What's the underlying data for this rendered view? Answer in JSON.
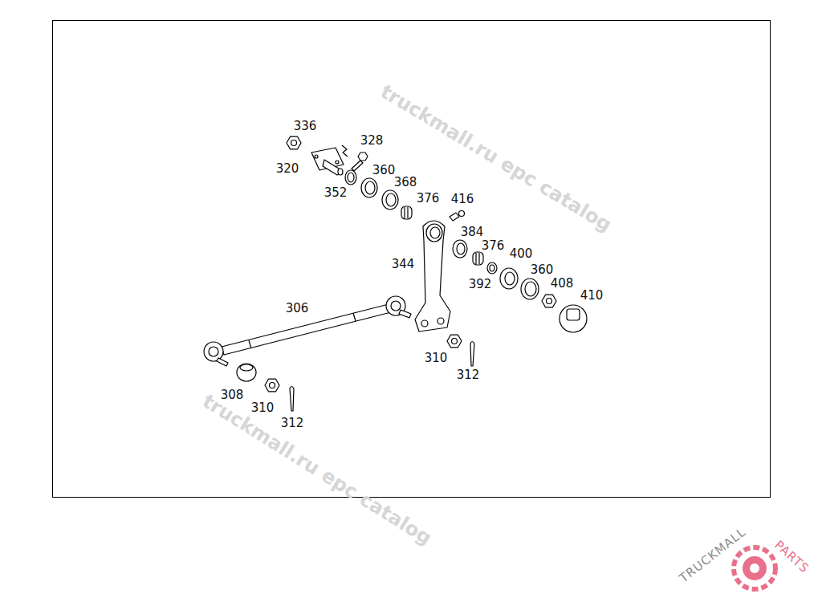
{
  "diagram": {
    "labels": [
      "truckmall.ru epc catalog",
      "336",
      "328",
      "320",
      "360",
      "352",
      "368",
      "376",
      "416",
      "384",
      "376",
      "344",
      "400",
      "392",
      "360",
      "408",
      "410",
      "306",
      "310",
      "312",
      "308",
      "310",
      "312",
      "truckmall.ru epc catalog",
      "TRUCKMALL",
      "PARTS"
    ]
  }
}
